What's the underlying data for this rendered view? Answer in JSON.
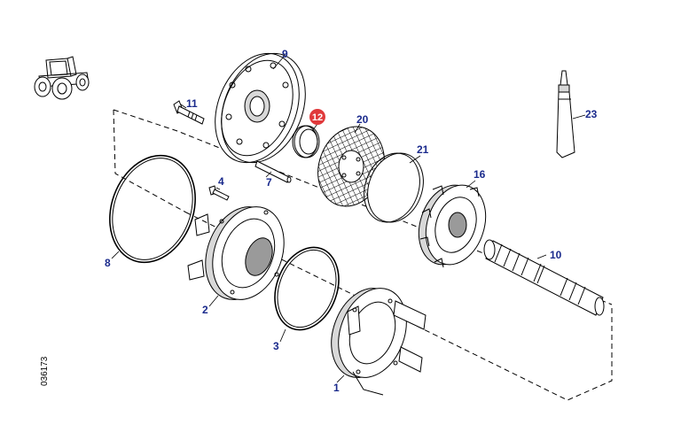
{
  "document_id": "036173",
  "highlighted_part": "12",
  "callouts": [
    {
      "id": "1",
      "label": "1"
    },
    {
      "id": "2",
      "label": "2"
    },
    {
      "id": "3",
      "label": "3"
    },
    {
      "id": "4",
      "label": "4"
    },
    {
      "id": "7",
      "label": "7"
    },
    {
      "id": "8",
      "label": "8"
    },
    {
      "id": "9",
      "label": "9"
    },
    {
      "id": "10",
      "label": "10"
    },
    {
      "id": "11",
      "label": "11"
    },
    {
      "id": "12",
      "label": "12"
    },
    {
      "id": "16",
      "label": "16"
    },
    {
      "id": "20",
      "label": "20"
    },
    {
      "id": "21",
      "label": "21"
    },
    {
      "id": "23",
      "label": "23"
    }
  ],
  "colors": {
    "callout_text": "#1a2a8c",
    "highlight_fill": "#e0393b",
    "line": "#000000"
  },
  "icons": {
    "vehicle": "tractor-icon",
    "sealant": "sealant-tube-icon"
  }
}
